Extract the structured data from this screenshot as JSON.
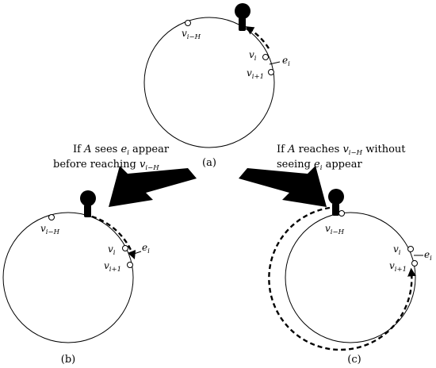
{
  "panels": {
    "a": {
      "caption": "(a)",
      "labels": {
        "v_iH": {
          "base": "v",
          "sub": "i−H"
        },
        "v_i": {
          "base": "v",
          "sub": "i"
        },
        "v_i1": {
          "base": "v",
          "sub": "i+1"
        },
        "e_i": {
          "base": "e",
          "sub": "i"
        }
      }
    },
    "b": {
      "caption": "(b)",
      "labels": {
        "v_iH": {
          "base": "v",
          "sub": "i−H"
        },
        "v_i": {
          "base": "v",
          "sub": "i"
        },
        "v_i1": {
          "base": "v",
          "sub": "i+1"
        },
        "e_i": {
          "base": "e",
          "sub": "i"
        }
      }
    },
    "c": {
      "caption": "(c)",
      "labels": {
        "v_iH": {
          "base": "v",
          "sub": "i−H"
        },
        "v_i": {
          "base": "v",
          "sub": "i"
        },
        "v_i1": {
          "base": "v",
          "sub": "i+1"
        },
        "e_i": {
          "base": "e",
          "sub": "i"
        }
      }
    }
  },
  "conditions": {
    "left": {
      "line1_prefix": "If ",
      "line1_agent": "A",
      "line1_mid": " sees ",
      "line1_edge": "e",
      "line1_edge_sub": "i",
      "line1_suffix": " appear",
      "line2_prefix": "before reaching ",
      "line2_node": "v",
      "line2_node_sub": "i−H"
    },
    "right": {
      "line1_prefix": "If ",
      "line1_agent": "A",
      "line1_mid": " reaches ",
      "line1_node": "v",
      "line1_node_sub": "i−H",
      "line1_suffix": " without",
      "line2_prefix": "seeing ",
      "line2_edge": "e",
      "line2_edge_sub": "i",
      "line2_suffix": " appear"
    }
  }
}
